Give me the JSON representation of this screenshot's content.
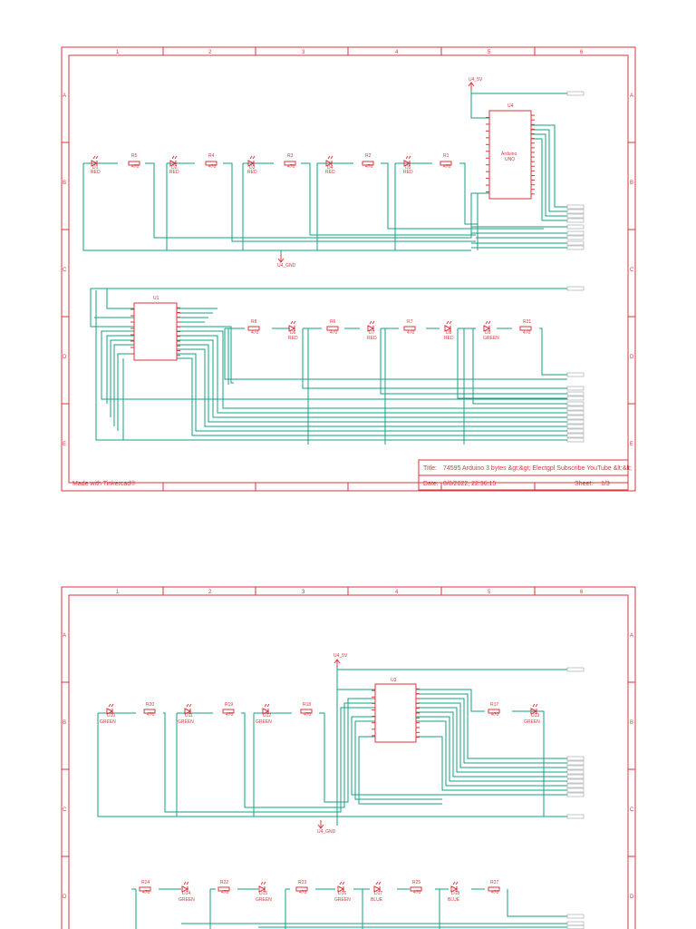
{
  "colors": {
    "frame": "#d9363e",
    "wire": "#16a085",
    "text": "#d9363e",
    "muted": "#b0b0b0"
  },
  "grid": {
    "columns": [
      "1",
      "2",
      "3",
      "4",
      "5",
      "6"
    ],
    "rows": [
      "A",
      "B",
      "C",
      "D",
      "E"
    ]
  },
  "sheet1": {
    "made_with": "Made with Tinkercad®",
    "title_label": "Title:",
    "title": "74595 Arduino 3 bytes &gt;&gt; Electgpl Subscribe YouTube &lt;&lt;",
    "date_label": "Date:",
    "date": "8/8/2022, 22:36:15",
    "sheet_label": "Sheet:",
    "sheet": "1/3",
    "arduino": {
      "ref": "U4",
      "net": "U4_5V",
      "name": "Arduino",
      "model": "UNO"
    },
    "shift_register": {
      "ref": "U1"
    },
    "gnd": "U4_GND",
    "top_leds": [
      {
        "ref": "D1",
        "color": "RED",
        "res": "R5",
        "val": "470"
      },
      {
        "ref": "D2",
        "color": "RED",
        "res": "R4",
        "val": "470"
      },
      {
        "ref": "D3",
        "color": "RED",
        "res": "R3",
        "val": "470"
      },
      {
        "ref": "D4",
        "color": "RED",
        "res": "R2",
        "val": "470"
      },
      {
        "ref": "D5",
        "color": "RED",
        "res": "R1",
        "val": "470"
      }
    ],
    "mid_leds": [
      {
        "ref": "D6",
        "color": "RED",
        "res": "R8",
        "val": "470"
      },
      {
        "ref": "D7",
        "color": "RED",
        "res": "R6",
        "val": "470"
      },
      {
        "ref": "D8",
        "color": "RED",
        "res": "R7",
        "val": "470"
      },
      {
        "ref": "D9",
        "color": "GREEN",
        "res": "R21",
        "val": "470"
      }
    ]
  },
  "sheet2": {
    "shift_register": {
      "ref": "U3",
      "net": "U4_5V"
    },
    "gnd": "U4_GND",
    "row_b": [
      {
        "ref": "D10",
        "color": "GREEN",
        "res": "R20",
        "val": "470"
      },
      {
        "ref": "D11",
        "color": "GREEN",
        "res": "R19",
        "val": "470"
      },
      {
        "ref": "D12",
        "color": "GREEN",
        "res": "R18",
        "val": "470"
      },
      {
        "ref": "D13",
        "color": "GREEN",
        "res": "R17",
        "val": "470"
      }
    ],
    "row_d": [
      {
        "ref": "D14",
        "color": "GREEN",
        "res": "R24",
        "val": "470"
      },
      {
        "ref": "D15",
        "color": "GREEN",
        "res": "R22",
        "val": "470"
      },
      {
        "ref": "D16",
        "color": "GREEN",
        "res": "R23",
        "val": "470"
      },
      {
        "ref": "D17",
        "color": "BLUE",
        "res": "R25",
        "val": "470"
      },
      {
        "ref": "D18",
        "color": "BLUE",
        "res": "R27",
        "val": "470"
      }
    ]
  }
}
